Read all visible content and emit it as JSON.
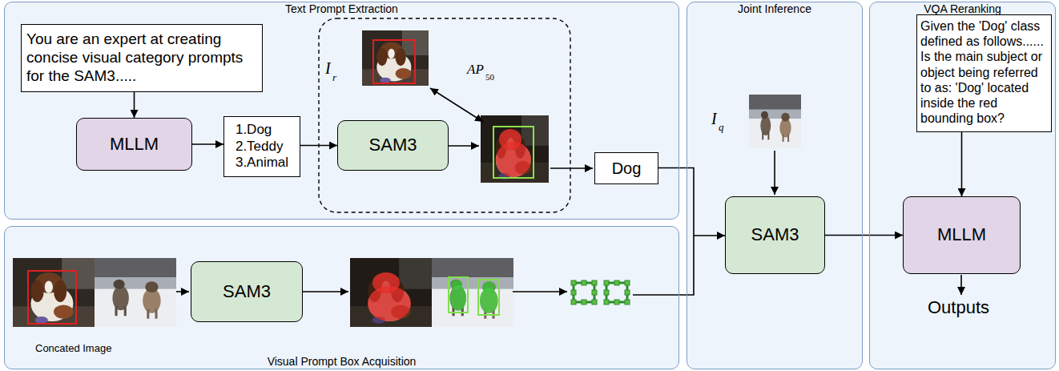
{
  "diagram": {
    "nodes": [
      {
        "text": [
          "Text Prompt Extraction"
        ]
      },
      {
        "text": [
          "You are an expert at creating concise visual category prompts for the SAM3....."
        ],
        "in": 0
      },
      {
        "text": [
          "MLLM"
        ],
        "in": 0
      },
      {
        "text": [
          "1.Dog 2.Teddy 3.Animal"
        ],
        "in": 0
      },
      {
        "text": [
          "SAM3"
        ],
        "in": 0
      },
      {
        "text": [
          "Dog"
        ],
        "in": 0
      },
      {
        "text": [
          "Visual Prompt Box Acquisition"
        ]
      },
      {
        "text": [
          "SAM3"
        ],
        "in": 6
      },
      {
        "text": [
          "Joint Inference"
        ]
      },
      {
        "text": [
          "SAM3"
        ],
        "in": 8
      },
      {
        "text": [
          "VQA Reranking"
        ]
      },
      {
        "text": [
          "Given the 'Dog' class defined as follows...... Is the main subject or object being referred to as: 'Dog' located inside the red bounding box?"
        ],
        "in": 10
      },
      {
        "text": [
          "MLLM"
        ],
        "in": 10
      }
    ],
    "edges": [
      {
        "from": 1,
        "to": 2,
        "arrow": "to"
      },
      {
        "from": 2,
        "to": 3,
        "arrow": "to"
      },
      {
        "from": 3,
        "to": 4,
        "arrow": "to"
      },
      {
        "from": 5,
        "to": 9,
        "arrow": "to"
      },
      {
        "from": 9,
        "to": 12,
        "arrow": "to"
      },
      {
        "from": 11,
        "to": 12,
        "arrow": "to"
      }
    ],
    "labels": [
      "I",
      "r",
      "AP",
      "50",
      "I",
      "q",
      "Concated Image",
      "Outputs"
    ]
  }
}
